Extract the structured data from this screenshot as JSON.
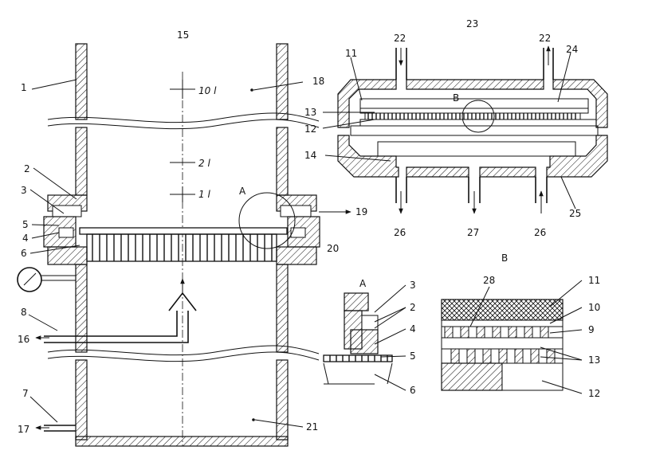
{
  "labels": {
    "n1": "1",
    "n2": "2",
    "n3": "3",
    "n4": "4",
    "n5": "5",
    "n6": "6",
    "n7": "7",
    "n8": "8",
    "n15": "15",
    "n16": "16",
    "n17": "17",
    "n18": "18",
    "n19": "19",
    "n20": "20",
    "n21": "21",
    "lv10": "10 l",
    "lv2": "2 l",
    "lv1": "1 l",
    "detA": "A"
  },
  "right": {
    "n11": "11",
    "n12": "12",
    "n13": "13",
    "n14": "14",
    "n22a": "22",
    "n22b": "22",
    "n23": "23",
    "n24": "24",
    "n25": "25",
    "n26a": "26",
    "n26b": "26",
    "n27": "27",
    "detB": "B"
  },
  "detailA": {
    "title": "A",
    "n2": "2",
    "n3": "3",
    "n4": "4",
    "n5": "5",
    "n6": "6"
  },
  "detailB": {
    "title": "B",
    "n9": "9",
    "n10": "10",
    "n11": "11",
    "n12": "12",
    "n13": "13",
    "n28": "28"
  }
}
